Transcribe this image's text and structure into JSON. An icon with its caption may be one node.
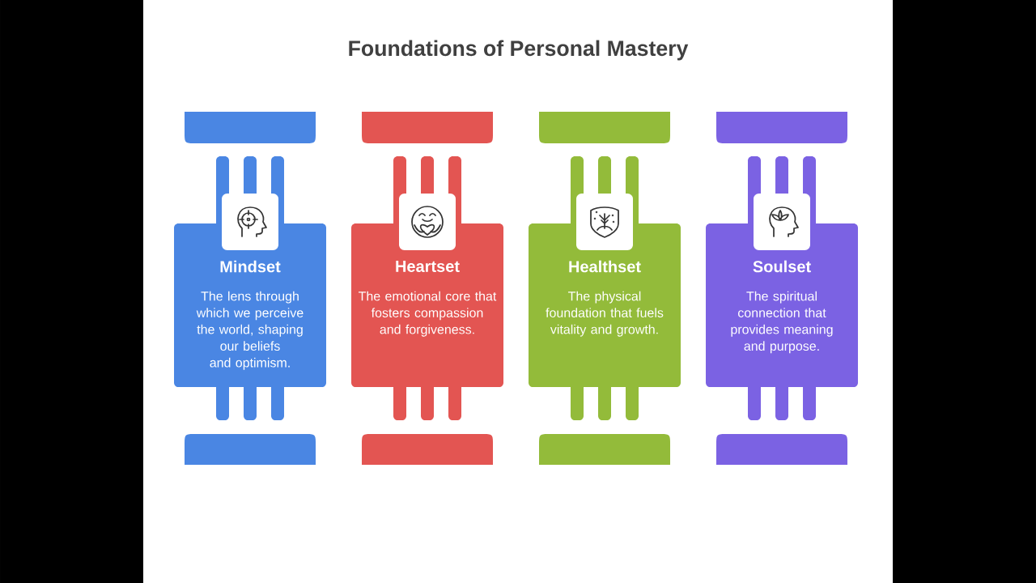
{
  "diagram": {
    "title": "Foundations of Personal Mastery",
    "nodes": [
      {
        "text": [
          "Mindset",
          "The lens through which we perceive the world, shaping our beliefs and optimism."
        ]
      },
      {
        "text": [
          "Heartset",
          "The emotional core that fosters compassion and forgiveness."
        ]
      },
      {
        "text": [
          "Healthset",
          "The physical foundation that fuels vitality and growth."
        ]
      },
      {
        "text": [
          "Soulset",
          "The spiritual connection that provides meaning and purpose."
        ]
      }
    ]
  }
}
